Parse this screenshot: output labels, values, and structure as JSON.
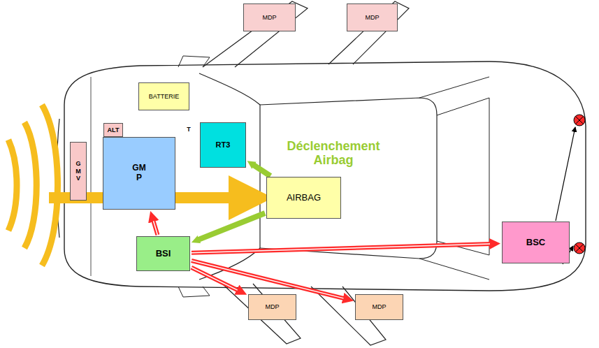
{
  "diagram": {
    "nodes": [
      {
        "text": [
          "MDP"
        ]
      },
      {
        "text": [
          "MDP"
        ]
      },
      {
        "text": [
          "BATTERIE"
        ]
      },
      {
        "text": [
          "G M V"
        ]
      },
      {
        "text": [
          "ALT"
        ]
      },
      {
        "text": [
          "GM P"
        ]
      },
      {
        "text": [
          "RT3"
        ]
      },
      {
        "text": [
          "AIRBAG"
        ]
      },
      {
        "text": [
          "BSI"
        ]
      },
      {
        "text": [
          "BSC"
        ]
      },
      {
        "text": [
          "MDP"
        ]
      },
      {
        "text": [
          "MDP"
        ]
      }
    ],
    "edges": [
      {
        "from": 7,
        "to": 6,
        "arrow": "to"
      },
      {
        "from": 7,
        "to": 8,
        "arrow": "to"
      },
      {
        "from": 8,
        "to": 5,
        "arrow": "to"
      },
      {
        "from": 8,
        "to": 9,
        "arrow": "to"
      },
      {
        "from": 8,
        "to": 10,
        "arrow": "to"
      },
      {
        "from": 8,
        "to": 11,
        "arrow": "to"
      }
    ],
    "labels": [
      "T",
      "Déclenchement Airbag"
    ]
  }
}
